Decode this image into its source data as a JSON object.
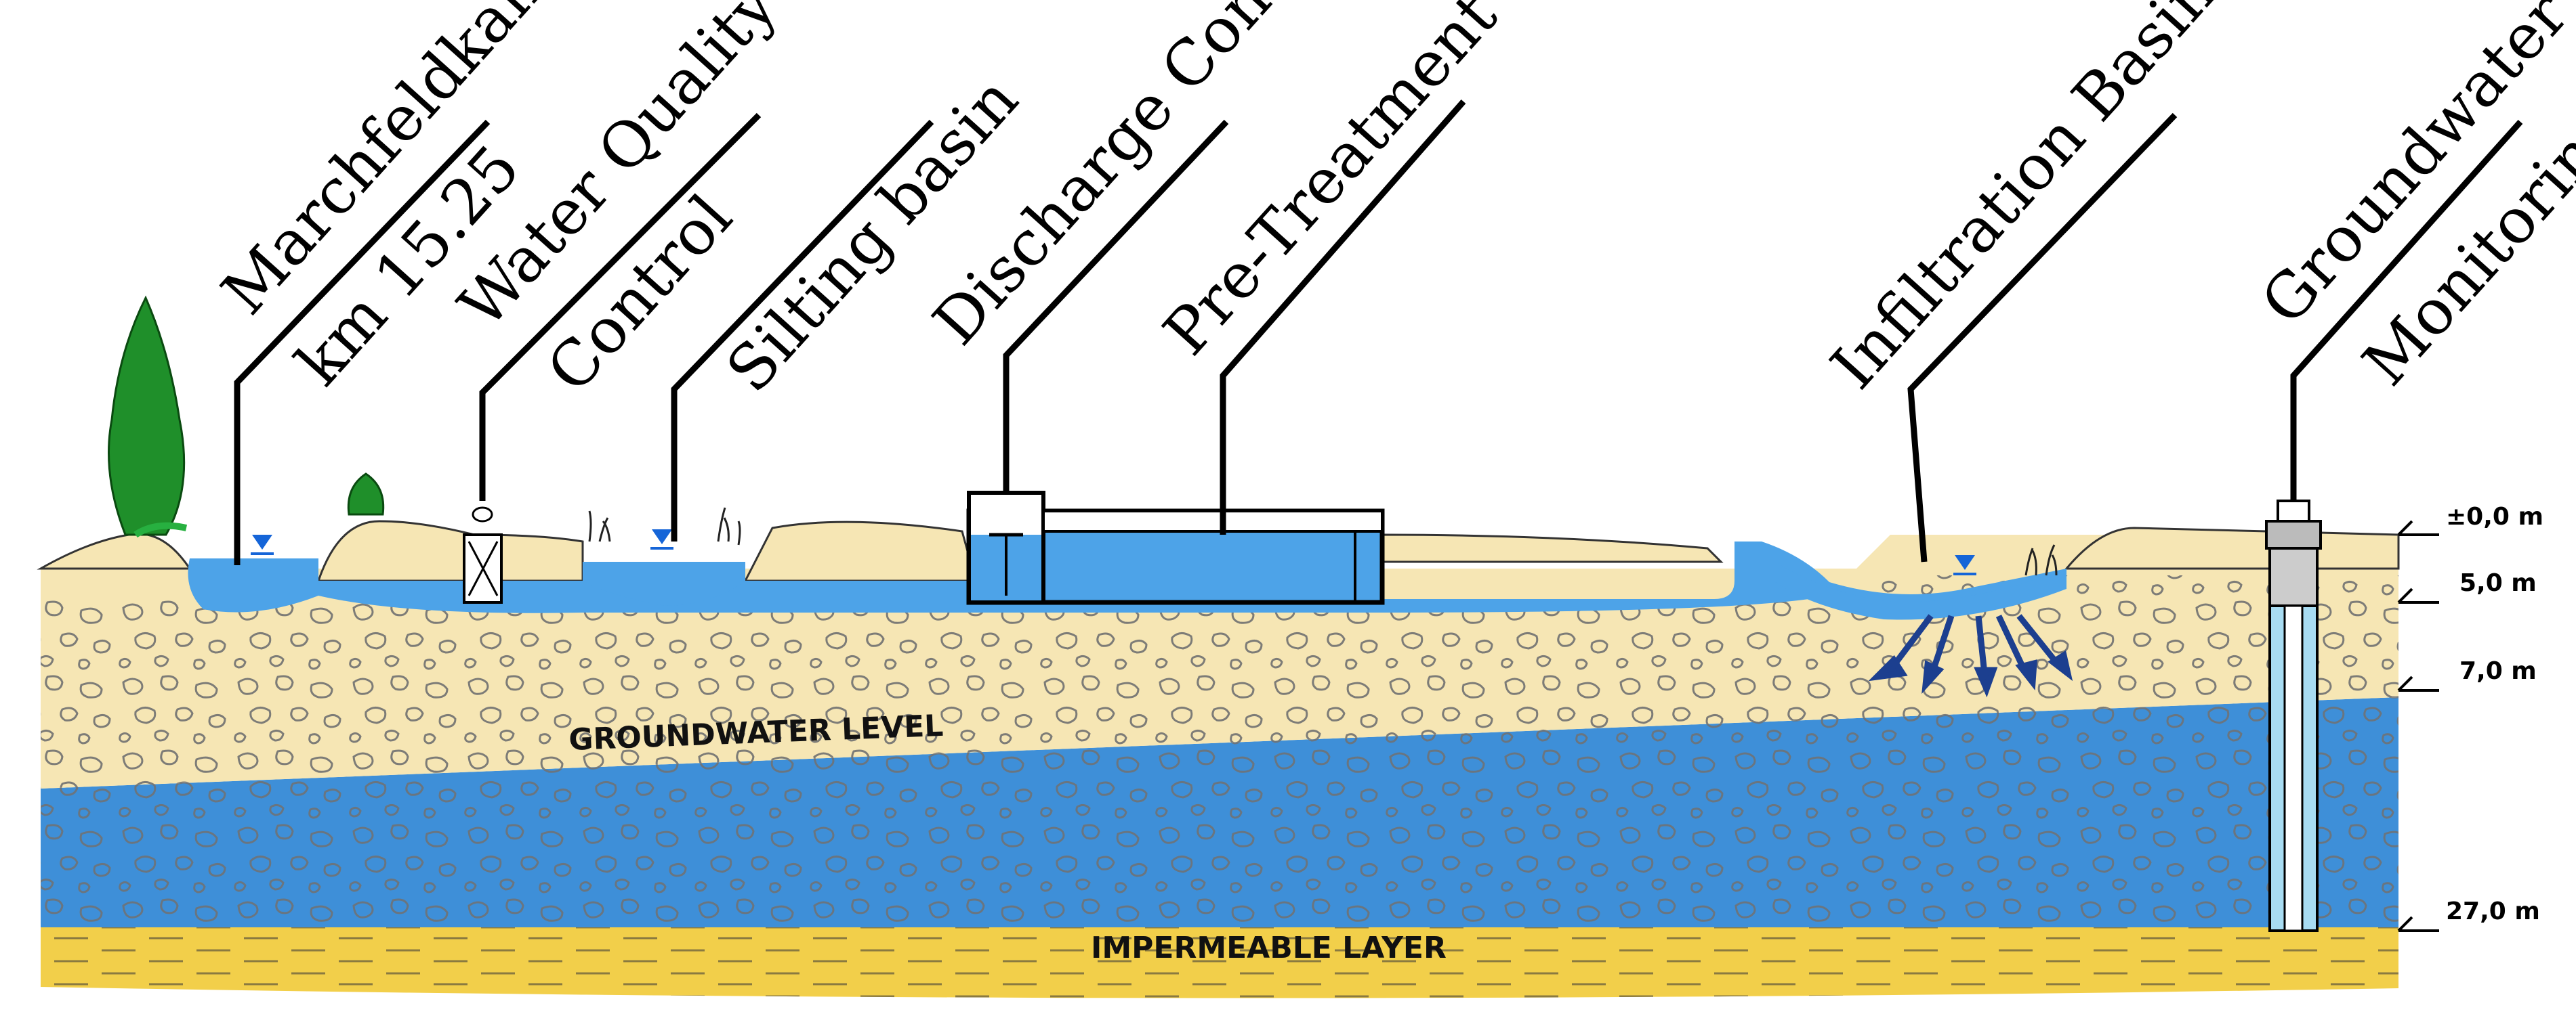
{
  "labels": {
    "marchfeldkanal": "Marchfeldkanal",
    "km": "km  15.25",
    "water_quality_1": "Water Quality -",
    "water_quality_2": "Control",
    "silting_basin": "Silting basin",
    "discharge_control": "Discharge Control",
    "pre_treatment": "Pre-Treatment",
    "infiltration_basin": "Infiltration Basin",
    "groundwater": "Groundwater",
    "monitoring": "Monitoring"
  },
  "layers": {
    "groundwater_level": "GROUNDWATER LEVEL",
    "impermeable_layer": "IMPERMEABLE LAYER"
  },
  "depths": {
    "d0": "±0,0 m",
    "d5": "5,0 m",
    "d7": "7,0 m",
    "d27": "27,0 m"
  },
  "colors": {
    "sand": "#f6e6b4",
    "water": "#4da3e8",
    "aquifer": "#3e8fd8",
    "impermeable": "#f2cf4a",
    "pebble_outline": "#6f6f6f",
    "tree": "#1f8f2a",
    "pipe": "#1c3f8f"
  },
  "icons": [
    "water-level-triangle-icon",
    "tree-icon",
    "reed-icon",
    "valve-icon",
    "flow-arrow-icon"
  ]
}
